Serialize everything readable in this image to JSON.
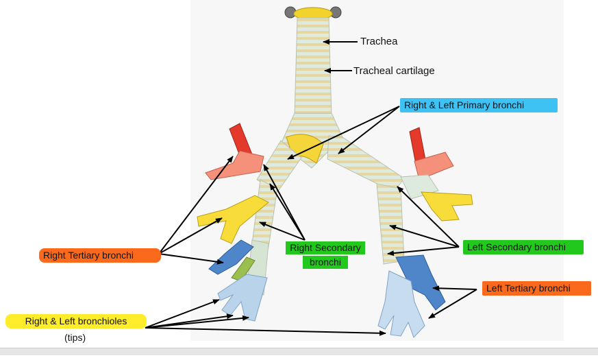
{
  "labels": {
    "trachea": "Trachea",
    "tracheal_cartilage": "Tracheal cartilage",
    "primary_bronchi": "Right & Left Primary bronchi",
    "right_secondary_line1": "Right Secondary",
    "right_secondary_line2": "bronchi",
    "left_secondary": "Left Secondary bronchi",
    "right_tertiary": "Right Tertiary bronchi",
    "left_tertiary": "Left Tertiary bronchi",
    "bronchioles": "Right & Left bronchioles",
    "bronchioles_note": "(tips)"
  },
  "highlight_colors": {
    "primary": "#3ec1f3",
    "secondary": "#22c91c",
    "tertiary": "#fb6a1c",
    "bronchioles": "#ffec2b"
  },
  "model_colors": {
    "airway": "#dde9dc",
    "cartilage_ring": "#e8d9a8",
    "red_segment": "#e43a2c",
    "salmon_segment": "#f5907a",
    "yellow_segment": "#f7dc3a",
    "blue_segment": "#4f86c9",
    "pale_blue_segment": "#b9d3ea",
    "olive_segment": "#9bbf4f"
  }
}
